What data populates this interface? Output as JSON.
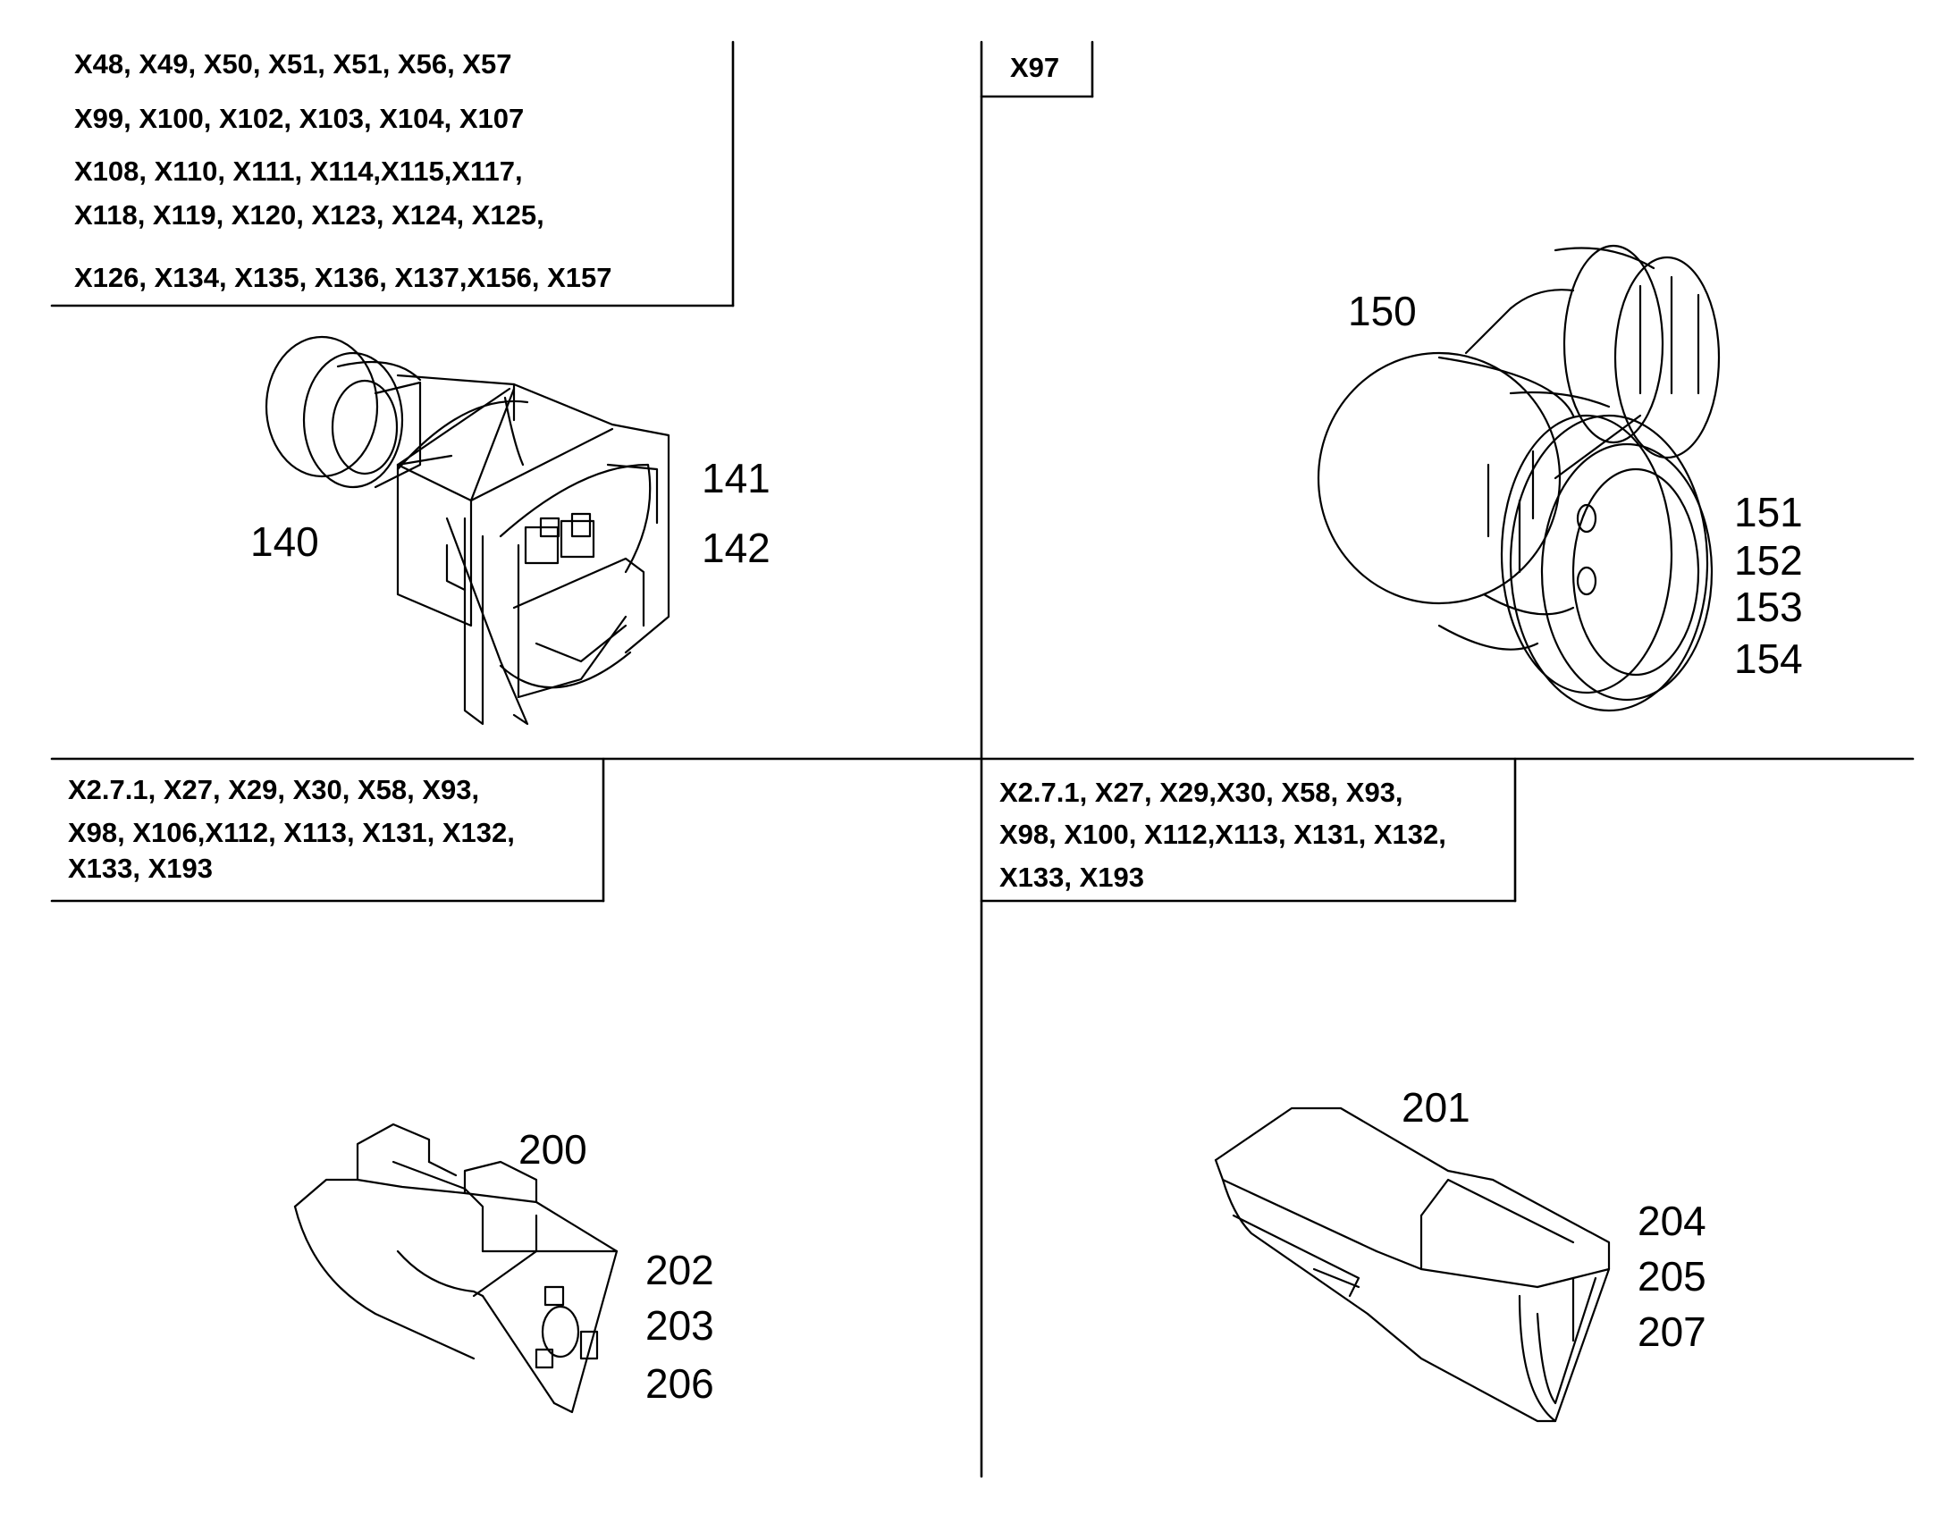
{
  "quadrants": {
    "top_left": {
      "header_lines": [
        "X48, X49, X50, X51, X51, X56, X57",
        "X99, X100, X102, X103, X104, X107",
        "X108, X110, X111, X114,X115,X117,",
        "X118, X119, X120, X123, X124, X125,",
        "X126, X134, X135, X136, X137,X156, X157"
      ],
      "callouts": [
        "140",
        "141",
        "142"
      ]
    },
    "top_right": {
      "header_lines": [
        "X97"
      ],
      "callouts": [
        "150",
        "151",
        "152",
        "153",
        "154"
      ]
    },
    "bottom_left": {
      "header_lines": [
        "X2.7.1, X27, X29, X30, X58, X93,",
        "X98, X106,X112, X113, X131, X132,",
        "X133, X193"
      ],
      "callouts": [
        "200",
        "202",
        "203",
        "206"
      ]
    },
    "bottom_right": {
      "header_lines": [
        "X2.7.1, X27, X29,X30, X58, X93,",
        "X98, X100, X112,X113, X131, X132,",
        "X133, X193"
      ],
      "callouts": [
        "201",
        "204",
        "205",
        "207"
      ]
    }
  }
}
